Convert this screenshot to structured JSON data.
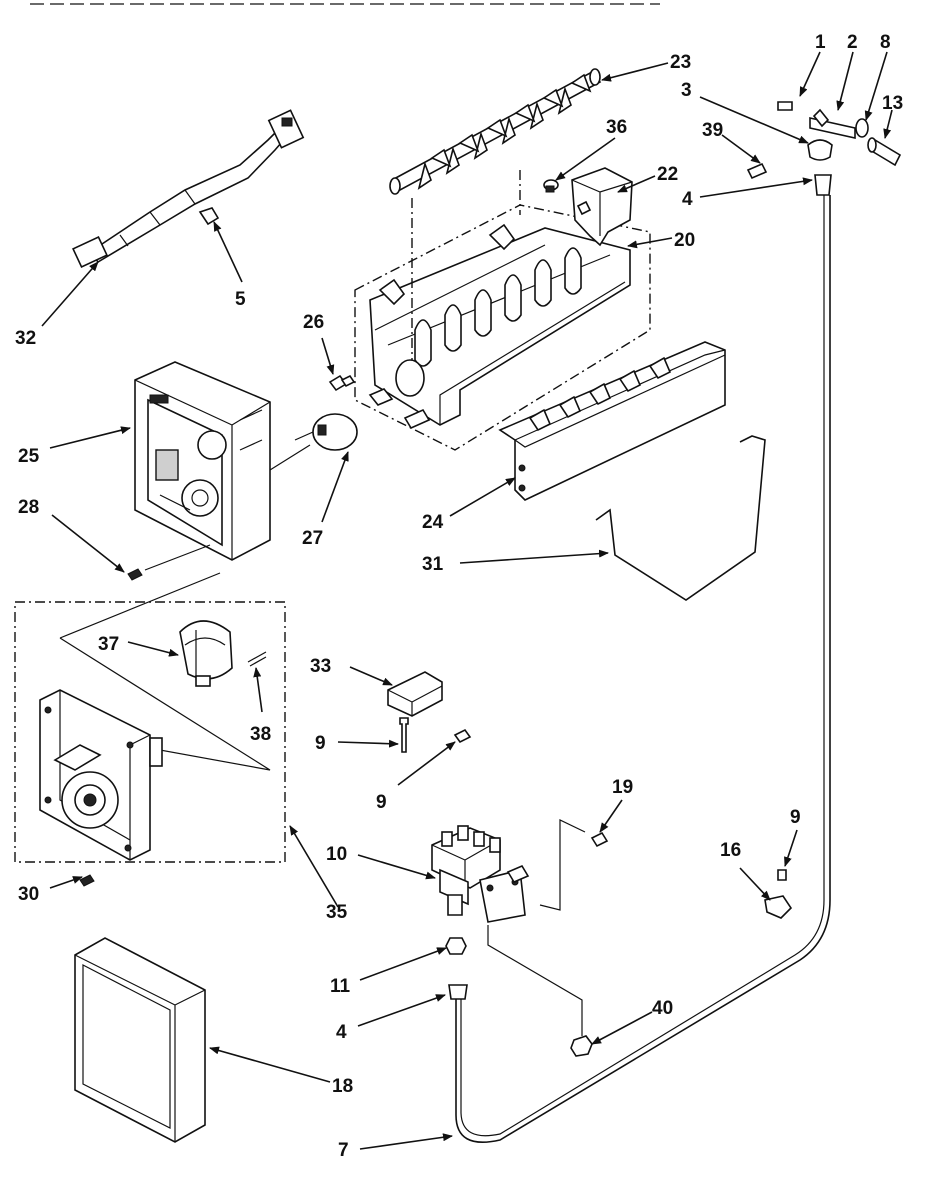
{
  "diagram": {
    "labels": {
      "p1": "1",
      "p2": "2",
      "p3": "3",
      "p4a": "4",
      "p4b": "4",
      "p5": "5",
      "p7": "7",
      "p8": "8",
      "p9a": "9",
      "p9b": "9",
      "p9c": "9",
      "p10": "10",
      "p11": "11",
      "p13": "13",
      "p16": "16",
      "p18": "18",
      "p19": "19",
      "p20": "20",
      "p22": "22",
      "p23": "23",
      "p24": "24",
      "p25": "25",
      "p26": "26",
      "p27": "27",
      "p28": "28",
      "p30": "30",
      "p31": "31",
      "p32": "32",
      "p33": "33",
      "p35": "35",
      "p36": "36",
      "p37": "37",
      "p38": "38",
      "p39": "39",
      "p40": "40"
    }
  }
}
